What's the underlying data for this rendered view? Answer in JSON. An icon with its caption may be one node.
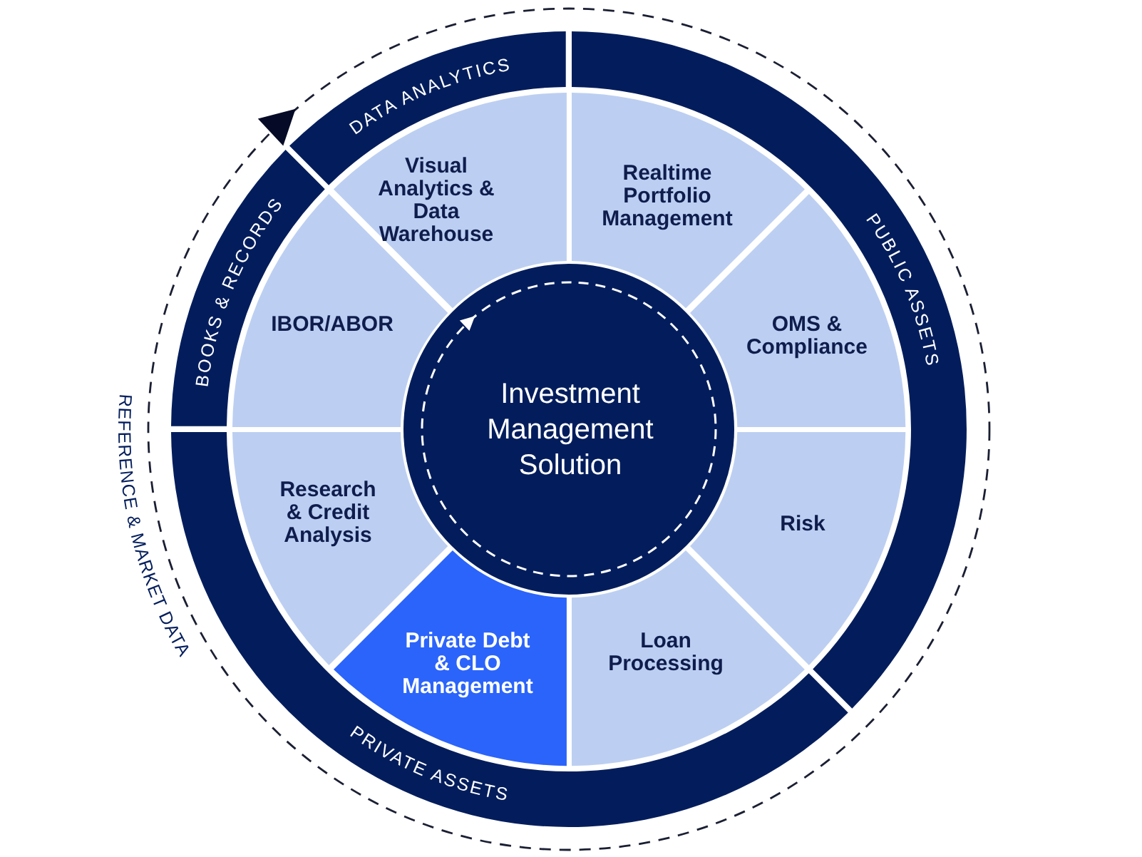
{
  "diagram": {
    "nodes": [
      {
        "text": [
          "Investment Management Solution"
        ]
      },
      {
        "text": [
          "Visual Analytics & Data Warehouse"
        ]
      },
      {
        "text": [
          "Realtime Portfolio Management"
        ]
      },
      {
        "text": [
          "OMS & Compliance"
        ]
      },
      {
        "text": [
          "Risk"
        ]
      },
      {
        "text": [
          "Loan Processing"
        ]
      },
      {
        "text": [
          "Private Debt & CLO Management"
        ]
      },
      {
        "text": [
          "Research & Credit Analysis"
        ]
      },
      {
        "text": [
          "IBOR/ABOR"
        ]
      },
      {
        "text": [
          "DATA ANALYTICS"
        ]
      },
      {
        "text": [
          "PUBLIC ASSETS"
        ]
      },
      {
        "text": [
          "PRIVATE ASSETS"
        ]
      },
      {
        "text": [
          "BOOKS & RECORDS"
        ]
      }
    ],
    "labels": [
      "REFERENCE & MARKET DATA"
    ]
  }
}
